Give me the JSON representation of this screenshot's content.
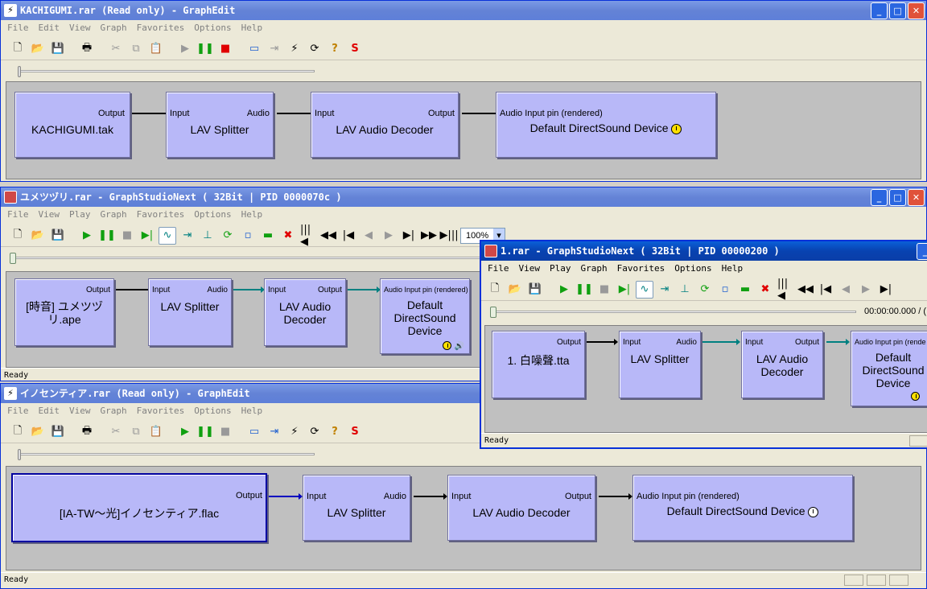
{
  "win1": {
    "title": "KACHIGUMI.rar (Read only) - GraphEdit",
    "menu": [
      "File",
      "Edit",
      "View",
      "Graph",
      "Favorites",
      "Options",
      "Help"
    ],
    "filters": [
      {
        "name": "KACHIGUMI.tak",
        "out": "Output"
      },
      {
        "name": "LAV Splitter",
        "in": "Input",
        "out": "Audio"
      },
      {
        "name": "LAV Audio Decoder",
        "in": "Input",
        "out": "Output"
      },
      {
        "name": "Default DirectSound Device",
        "in": "Audio Input pin (rendered)"
      }
    ]
  },
  "win2": {
    "title": "ユメツヅリ.rar - GraphStudioNext ( 32Bit | PID 0000070c )",
    "menu": [
      "File",
      "View",
      "Play",
      "Graph",
      "Favorites",
      "Options",
      "Help"
    ],
    "zoom": "100%",
    "status": "Ready",
    "filters": [
      {
        "name": "[時音] ユメツヅリ.ape",
        "out": "Output"
      },
      {
        "name": "LAV Splitter",
        "in": "Input",
        "out": "Audio"
      },
      {
        "name": "LAV Audio Decoder",
        "in": "Input",
        "out": "Output"
      },
      {
        "name": "Default DirectSound Device",
        "in": "Audio Input pin (rendered)"
      }
    ]
  },
  "win3": {
    "title": "イノセンティア.rar (Read only) - GraphEdit",
    "menu": [
      "File",
      "Edit",
      "View",
      "Graph",
      "Favorites",
      "Options",
      "Help"
    ],
    "status": "Ready",
    "filters": [
      {
        "name": "[IA-TW〜光]イノセンティア.flac",
        "out": "Output"
      },
      {
        "name": "LAV Splitter",
        "in": "Input",
        "out": "Audio"
      },
      {
        "name": "LAV Audio Decoder",
        "in": "Input",
        "out": "Output"
      },
      {
        "name": "Default DirectSound Device",
        "in": "Audio Input pin (rendered)"
      }
    ]
  },
  "win4": {
    "title": "1.rar - GraphStudioNext ( 32Bit | PID 00000200 )",
    "menu": [
      "File",
      "View",
      "Play",
      "Graph",
      "Favorites",
      "Options",
      "Help"
    ],
    "time": "00:00:00.000 / (",
    "status": "Ready",
    "filters": [
      {
        "name": "1. 白噪聲.tta",
        "out": "Output"
      },
      {
        "name": "LAV Splitter",
        "in": "Input",
        "out": "Audio"
      },
      {
        "name": "LAV Audio Decoder",
        "in": "Input",
        "out": "Output"
      },
      {
        "name": "Default DirectSound Device",
        "in": "Audio Input pin (rende"
      }
    ]
  },
  "colors": {
    "filter_fill": "#b8b8f8",
    "canvas": "#c0c0c0",
    "title_active": "#0a5fd8",
    "connection_teal": "#008080"
  }
}
